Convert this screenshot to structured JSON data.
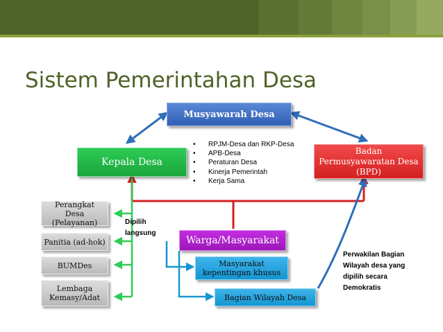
{
  "title": "Sistem Pemerintahan Desa",
  "nodes": {
    "musyawarah": "Musyawarah Desa",
    "kepala": "Kepala Desa",
    "bpd": "Badan Permusyawaratan Desa (BPD)",
    "warga": "Warga/Masyarakat",
    "kepentingan": "Masyarakat kepentingan khusus",
    "bagian": "Bagian Wilayah Desa",
    "perangkat": "Perangkat Desa (Pelayanan)",
    "panitia": "Panitia (ad-hok)",
    "bumdes": "BUMDes",
    "lembaga": "Lembaga Kemasy/Adat"
  },
  "musyawarah_items": [
    "RPJM-Desa dan RKP-Desa",
    "APB-Desa",
    "Peraturan Desa",
    "Kinerja Pemerintah",
    "Kerja Sama"
  ],
  "labels": {
    "dipilih": "Dipilih langsung",
    "perwakilan": "Perwakilan Bagian Wilayah desa yang dipilih secara Demokratis"
  },
  "colors": {
    "header": "#4f6228",
    "title": "#4f6228",
    "blue_box": "#2f5fb3",
    "green_box": "#1aa53c",
    "red_box": "#d41f1f",
    "purple_box": "#9c17b9",
    "cyan_box": "#1496d2",
    "gray_box": "#b9b9b9",
    "red_line": "#d41f1f",
    "green_line": "#2ecc55",
    "blue_line": "#2f6fb8",
    "cyan_line": "#1496d2"
  }
}
